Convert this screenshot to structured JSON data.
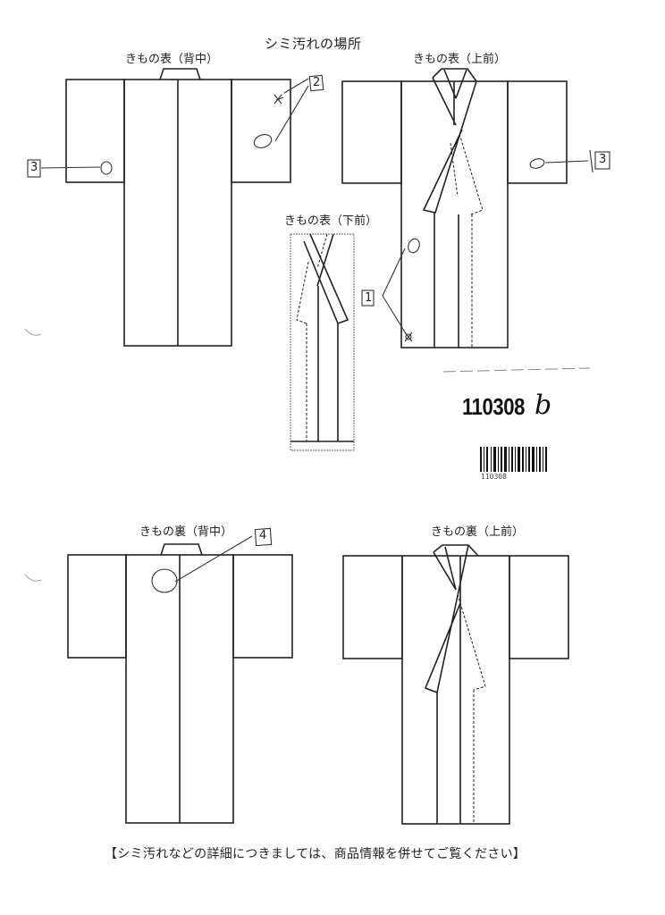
{
  "document": {
    "title": "シミ汚れの場所",
    "footer_note": "【シミ汚れなどの詳細につきましては、商品情報を併せてご覧ください】",
    "product_code": "110308",
    "product_code_suffix": "b",
    "barcode_number": "110308"
  },
  "diagrams": [
    {
      "id": "front-back",
      "label": "きもの表（背中）",
      "annotations": [
        {
          "marker": "3",
          "shape": "circle",
          "position": "left sleeve"
        },
        {
          "marker": "2",
          "shape": "x-mark",
          "position": "right sleeve upper"
        },
        {
          "marker": "2",
          "shape": "circle",
          "position": "right sleeve"
        }
      ]
    },
    {
      "id": "front-upper",
      "label": "きもの表（上前）",
      "annotations": [
        {
          "marker": "3",
          "shape": "circle",
          "position": "right sleeve"
        },
        {
          "marker": "1",
          "shape": "circle",
          "position": "left body middle"
        },
        {
          "marker": "1",
          "shape": "x-mark",
          "position": "left body hem"
        }
      ]
    },
    {
      "id": "front-lower",
      "label": "きもの表（下前）",
      "annotations": []
    },
    {
      "id": "lining-back",
      "label": "きもの裏（背中）",
      "annotations": [
        {
          "marker": "4",
          "shape": "circle",
          "position": "upper back"
        }
      ]
    },
    {
      "id": "lining-upper",
      "label": "きもの裏（上前）",
      "annotations": []
    }
  ],
  "markers": {
    "m1": "1",
    "m2": "2",
    "m3a": "3",
    "m3b": "3",
    "m4": "4"
  }
}
